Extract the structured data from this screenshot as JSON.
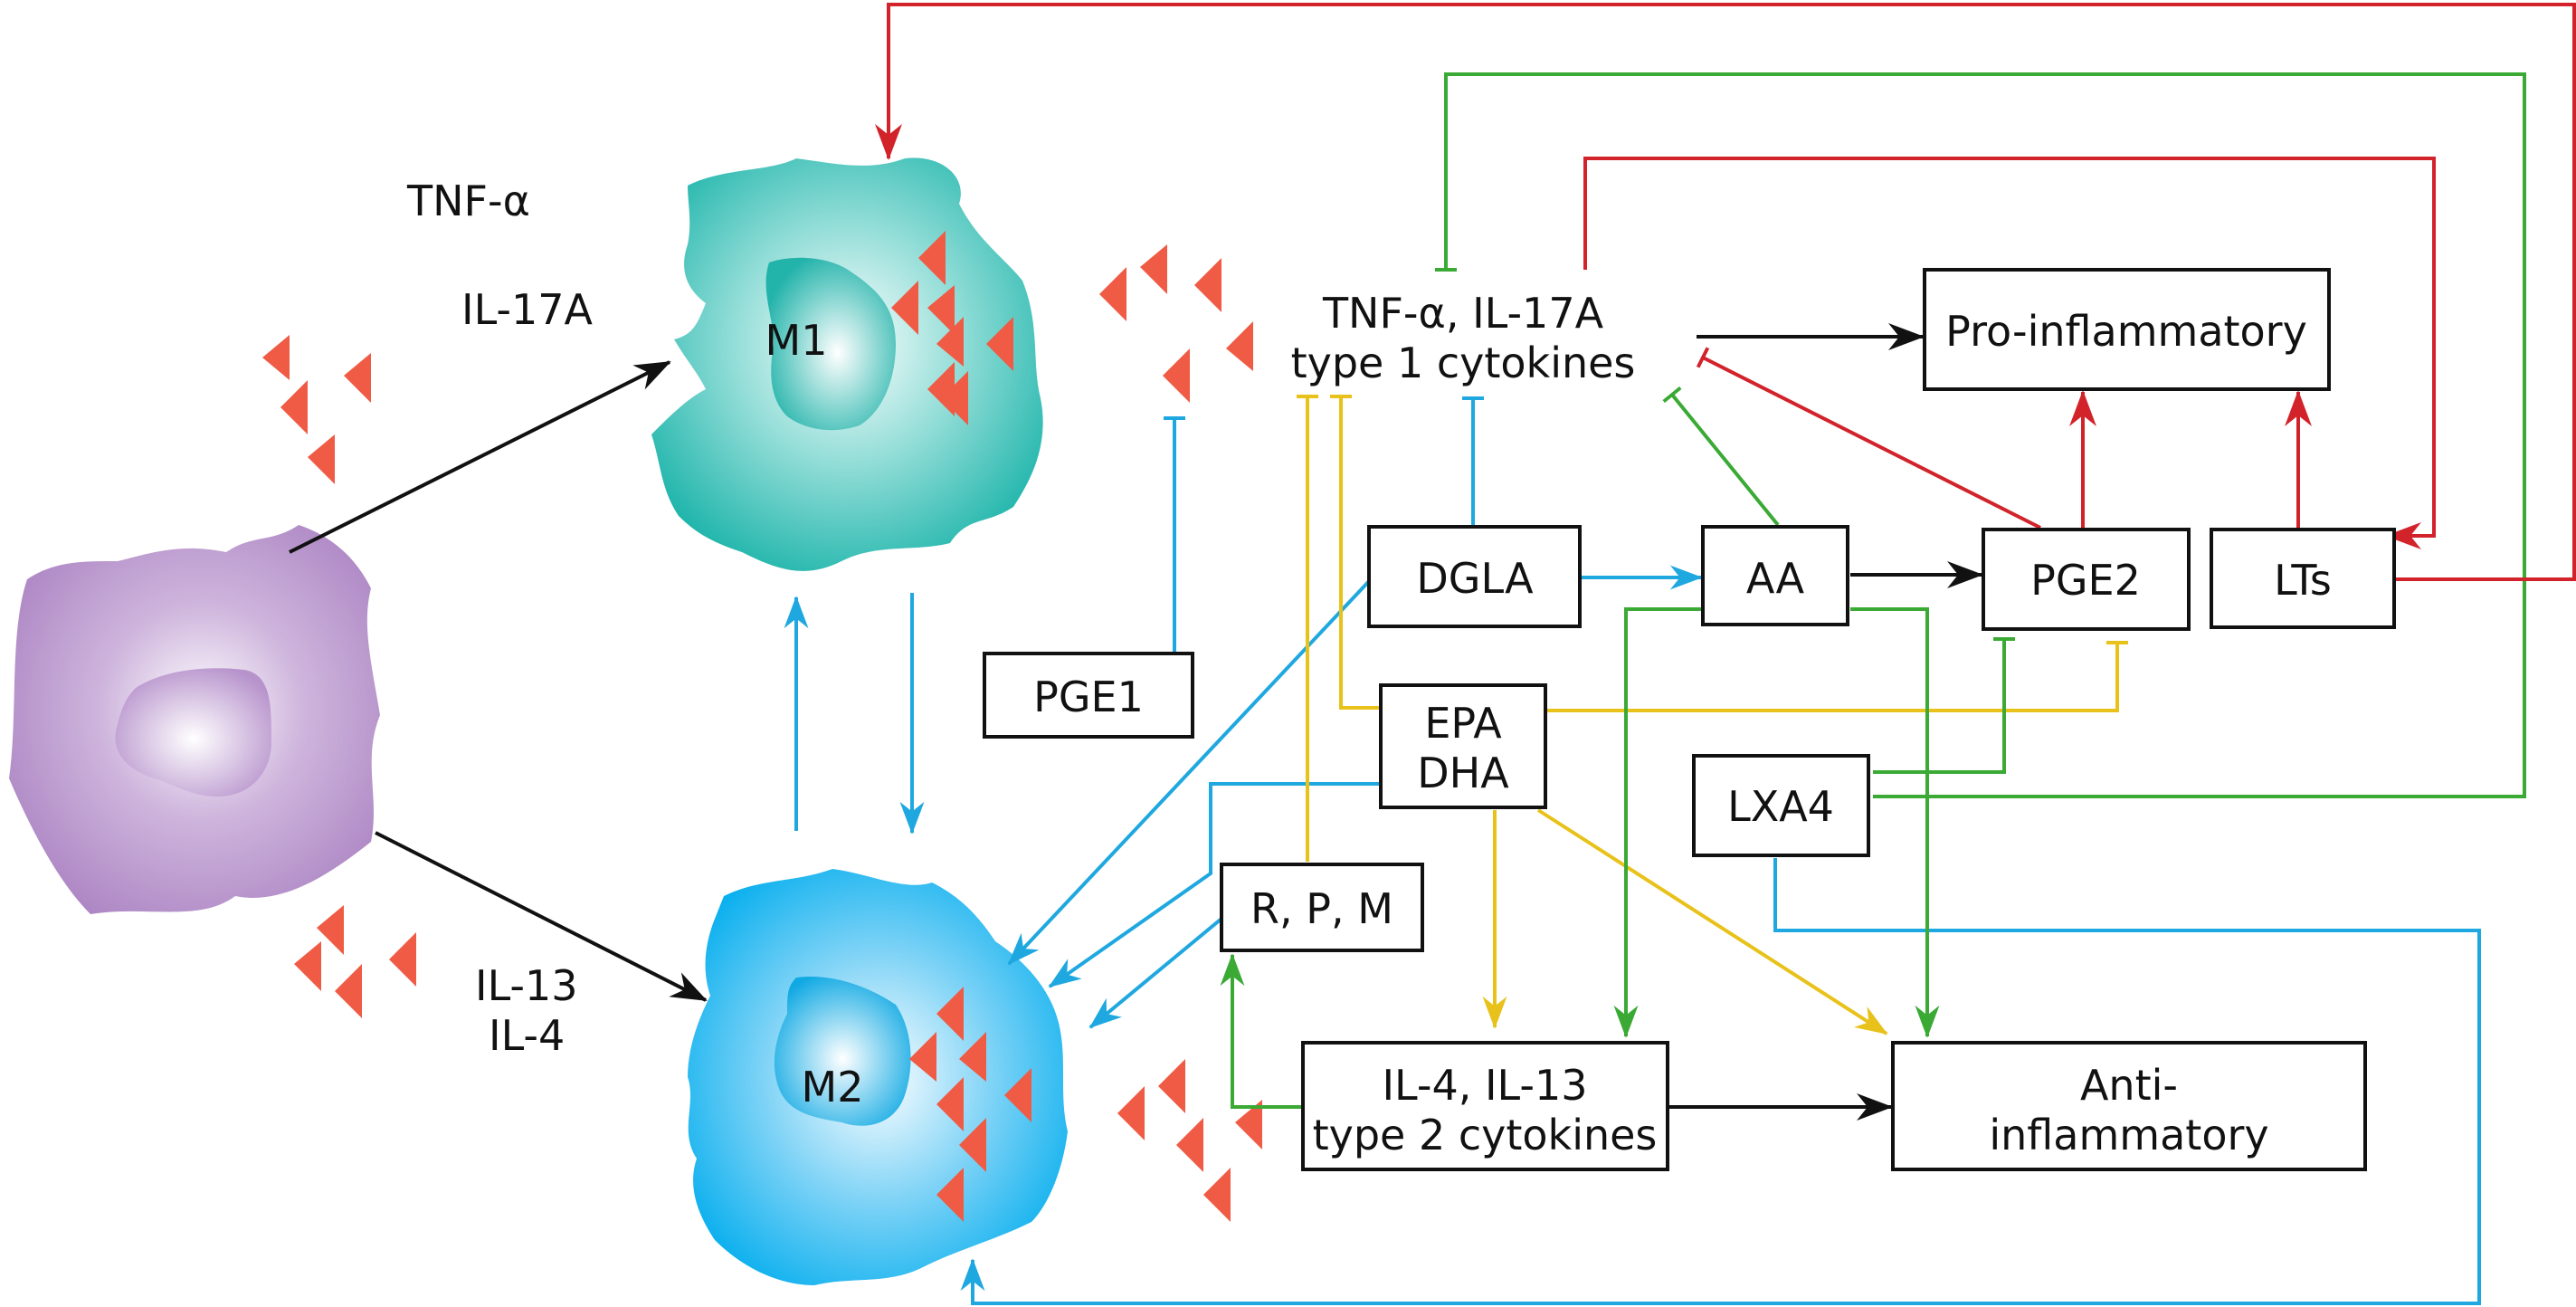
{
  "cells": {
    "m1_label": "M1",
    "m2_label": "M2"
  },
  "labels": {
    "tnf_alpha": "TNF-α",
    "il17a": "IL-17A",
    "il13": "IL-13",
    "il4": "IL-4"
  },
  "boxes": {
    "pge1": "PGE1",
    "dgla": "DGLA",
    "aa": "AA",
    "pge2": "PGE2",
    "lts": "LTs",
    "epa": "EPA",
    "dha": "DHA",
    "lxa4": "LXA4",
    "rpm": "R, P, M",
    "pro_inflammatory": "Pro-inflammatory",
    "anti_line1": "Anti-",
    "anti_line2": "inflammatory",
    "type2_line1": "IL-4, IL-13",
    "type2_line2": "type 2 cytokines",
    "type1_line1": "TNF-α, IL-17A",
    "type1_line2": "type 1 cytokines"
  },
  "colors": {
    "black": "#111111",
    "red": "#d2232a",
    "green": "#3aaa35",
    "blue": "#1fa8e0",
    "yellow": "#e8c21a",
    "cytokine_triangle": "#ef5b45",
    "m1_cell": "#2ebfb6",
    "m2_cell": "#12b5f0",
    "monocyte": "#b48ec8"
  }
}
